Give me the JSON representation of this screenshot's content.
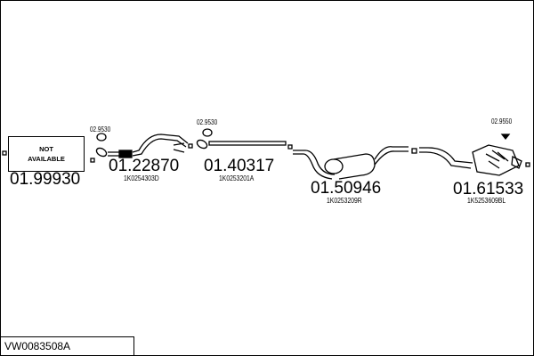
{
  "kit_code": "VW0083508A",
  "not_available": {
    "line1": "NOT",
    "line2": "AVAILABLE"
  },
  "parts": [
    {
      "number": "01.99930",
      "ref": ""
    },
    {
      "number": "01.22870",
      "ref": "1K0254303D"
    },
    {
      "number": "01.40317",
      "ref": "1K0253201A"
    },
    {
      "number": "01.50946",
      "ref": "1K0253209R"
    },
    {
      "number": "01.61533",
      "ref": "1K5253609BL"
    }
  ],
  "clamps": [
    "02.9530",
    "02.9530",
    "02.9550"
  ]
}
